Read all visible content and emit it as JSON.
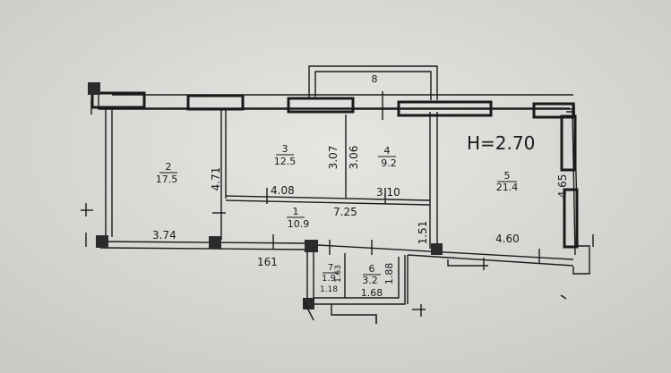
{
  "ceiling_height": "H=2.70",
  "rooms": [
    {
      "number": "1",
      "area": "10.9"
    },
    {
      "number": "2",
      "area": "17.5"
    },
    {
      "number": "3",
      "area": "12.5"
    },
    {
      "number": "4",
      "area": "9.2"
    },
    {
      "number": "5",
      "area": "21.4"
    },
    {
      "number": "6",
      "area": "3.2"
    },
    {
      "number": "7",
      "area": "1.9"
    },
    {
      "number": "8",
      "area": ""
    }
  ],
  "dimensions": {
    "room2_height": "4.71",
    "room2_width": "3.74",
    "room3_width": "4.08",
    "room3_height": "3.07",
    "room4_height": "3.06",
    "room4_width": "3.10",
    "corridor_length": "7.25",
    "corridor_width": "1.51",
    "room5_height": "4.65",
    "room5_width": "4.60",
    "corridor_small": "161",
    "room7_height": "1.63",
    "room7_width": "1.18",
    "room6_height": "1.88",
    "room6_width": "1.68"
  },
  "colors": {
    "paper": "#d9d9d6",
    "ink": "#1a1a1a"
  }
}
